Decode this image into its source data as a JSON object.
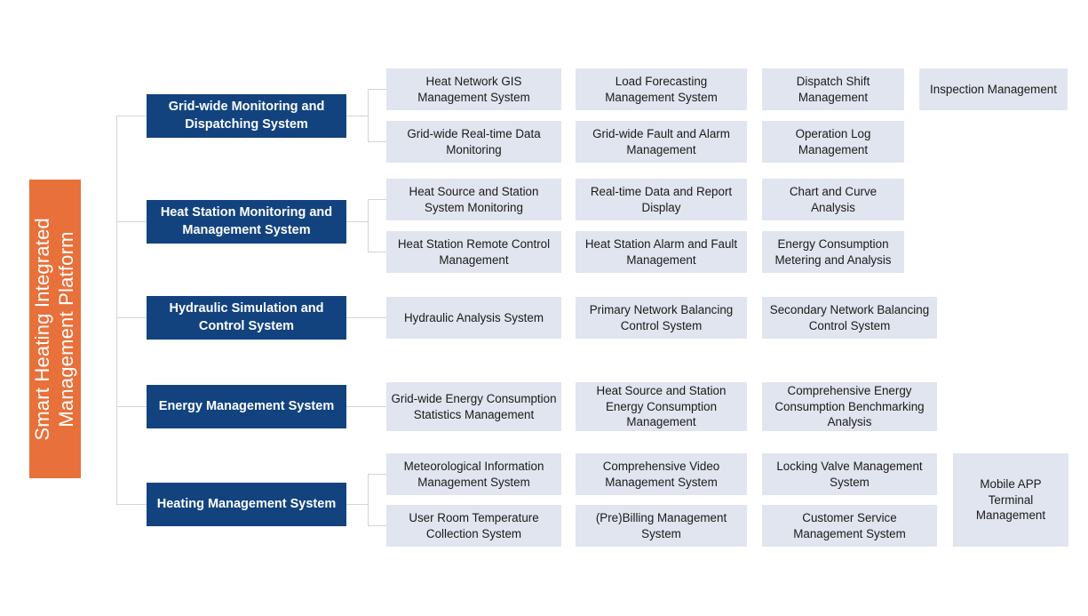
{
  "diagram": {
    "title": "Smart Heating Integrated Management Platform",
    "colors": {
      "root_fill": "#E8703A",
      "root_text": "#FFFFFF",
      "category_fill": "#12437F",
      "category_text": "#FFFFFF",
      "leaf_fill": "#E1E5EF",
      "leaf_text": "#1A1A1A",
      "connector": "#D3D3D3",
      "background": "#FFFFFF"
    },
    "root": {
      "label": "Smart Heating Integrated\nManagement Platform"
    },
    "groups": [
      {
        "category": "Grid-wide Monitoring and Dispatching System",
        "rows": [
          [
            "Heat Network GIS Management System",
            "Load Forecasting Management System",
            "Dispatch Shift Management",
            "Inspection Management"
          ],
          [
            "Grid-wide Real-time Data Monitoring",
            "Grid-wide Fault and Alarm Management",
            "Operation Log Management"
          ]
        ]
      },
      {
        "category": "Heat Station Monitoring and Management System",
        "rows": [
          [
            "Heat Source and Station System Monitoring",
            "Real-time Data and Report Display",
            "Chart and Curve Analysis"
          ],
          [
            "Heat Station Remote Control Management",
            "Heat Station Alarm and Fault Management",
            "Energy Consumption Metering and Analysis"
          ]
        ]
      },
      {
        "category": "Hydraulic Simulation and Control System",
        "rows": [
          [
            "Hydraulic Analysis System",
            "Primary Network Balancing Control System",
            "Secondary Network Balancing Control System"
          ]
        ]
      },
      {
        "category": "Energy Management System",
        "rows": [
          [
            "Grid-wide Energy Consumption Statistics Management",
            "Heat Source and Station Energy Consumption Management",
            "Comprehensive Energy Consumption Benchmarking Analysis"
          ]
        ]
      },
      {
        "category": "Heating Management System",
        "rows": [
          [
            "Meteorological Information Management System",
            "Comprehensive Video Management System",
            "Locking Valve Management System"
          ],
          [
            "User Room Temperature Collection System",
            "(Pre)Billing Management System",
            "Customer Service Management System"
          ]
        ],
        "spanning_leaf": "Mobile APP Terminal Management"
      }
    ]
  }
}
